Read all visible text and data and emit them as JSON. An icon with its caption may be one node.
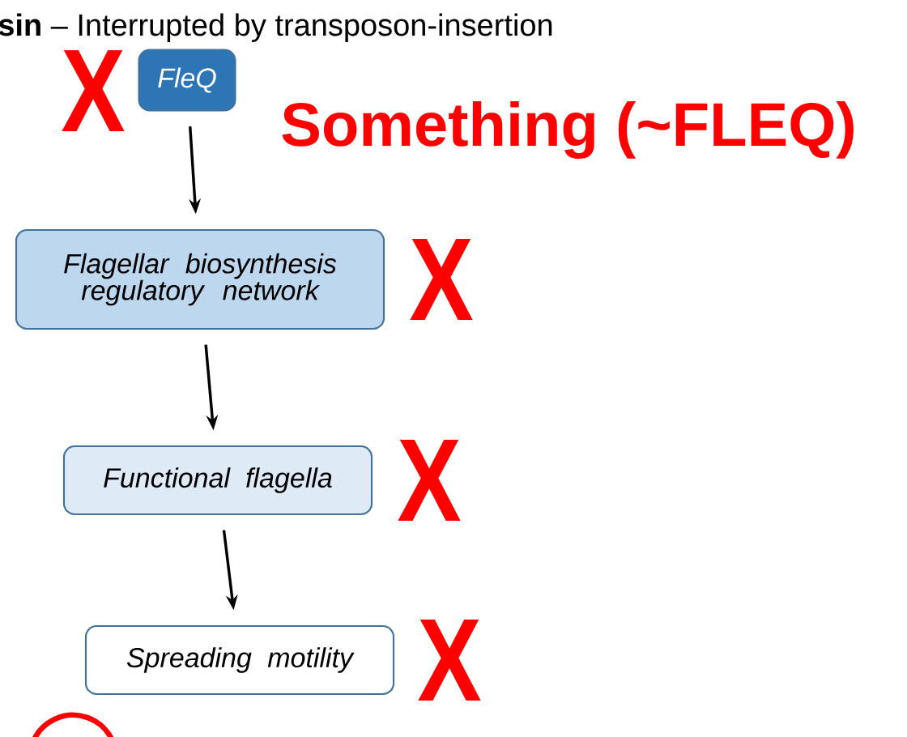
{
  "diagram": {
    "nodes": [
      {
        "text": [
          "FleQ"
        ]
      },
      {
        "text": [
          "Flagellar biosynthesis regulatory network"
        ]
      },
      {
        "text": [
          "Functional flagella"
        ]
      },
      {
        "text": [
          "Spreading motility"
        ]
      }
    ],
    "edges": [
      {
        "from": 0,
        "to": 1,
        "arrow": "to"
      },
      {
        "from": 1,
        "to": 2,
        "arrow": "to"
      },
      {
        "from": 2,
        "to": 3,
        "arrow": "to"
      }
    ],
    "labels": [
      "**sin** – Interrupted by transposon-insertion",
      "Something (~FLEQ)",
      "X",
      "X",
      "X",
      "X"
    ]
  }
}
